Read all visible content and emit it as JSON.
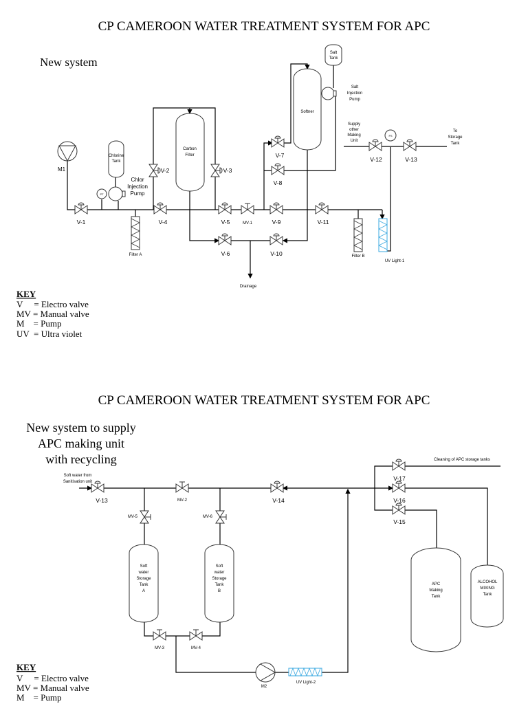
{
  "top": {
    "title": "CP CAMEROON WATER TREATMENT SYSTEM FOR APC",
    "subtitle": "New system",
    "labels": {
      "pump": "M1",
      "chlorine_tank": [
        "Chlorine",
        "Tank"
      ],
      "pt": "PT",
      "chlor_pump": [
        "Chlor",
        "Injection",
        "Pump"
      ],
      "filter_a": "Filter A",
      "carbon_filter": [
        "Carbon",
        "Filter"
      ],
      "softener": "Softner",
      "salt_tank": [
        "Salt",
        "Tank"
      ],
      "salt_pump": [
        "Salt",
        "Injection",
        "Pump"
      ],
      "supply": [
        "Supply",
        "other",
        "Making",
        "Unit"
      ],
      "fs": "FS",
      "to_storage": [
        "To",
        "Storage",
        "Tank"
      ],
      "filter_b": "Filter B",
      "uv": "UV Light-1",
      "drainage": "Drainage"
    },
    "valves": [
      "V-1",
      "V-2",
      "V-3",
      "V-4",
      "V-5",
      "MV-1",
      "V-6",
      "V-7",
      "V-8",
      "V-9",
      "V-10",
      "V-11",
      "V-12",
      "V-13"
    ]
  },
  "key1": {
    "heading": "KEY",
    "rows": [
      "V     = Electro valve",
      "MV = Manual valve",
      "M    = Pump",
      "UV  = Ultra violet"
    ]
  },
  "bottom": {
    "title": "CP CAMEROON WATER TREATMENT SYSTEM FOR APC",
    "subtitle": [
      "New system to supply",
      "APC making unit",
      "with recycling"
    ],
    "labels": {
      "source": [
        "Soft water from",
        "Sanitisation unit"
      ],
      "tank_a": [
        "Soft",
        "water",
        "Storage",
        "Tank",
        "A"
      ],
      "tank_b": [
        "Soft",
        "water",
        "Storage",
        "Tank",
        "B"
      ],
      "pump": "M2",
      "uv": "UV Light-2",
      "cleaning": "Cleaning of APC storage tanks",
      "apc_tank": [
        "APC",
        "Making",
        "Tank"
      ],
      "alcohol_tank": [
        "ALCOHOL",
        "MIXING",
        "Tank"
      ]
    },
    "valves": [
      "V-13",
      "MV-2",
      "V-14",
      "MV-5",
      "MV-6",
      "MV-3",
      "MV-4",
      "V-17",
      "V-16",
      "V-15"
    ]
  },
  "key2": {
    "heading": "KEY",
    "rows": [
      "V     = Electro valve",
      "MV = Manual valve",
      "M    = Pump"
    ]
  }
}
